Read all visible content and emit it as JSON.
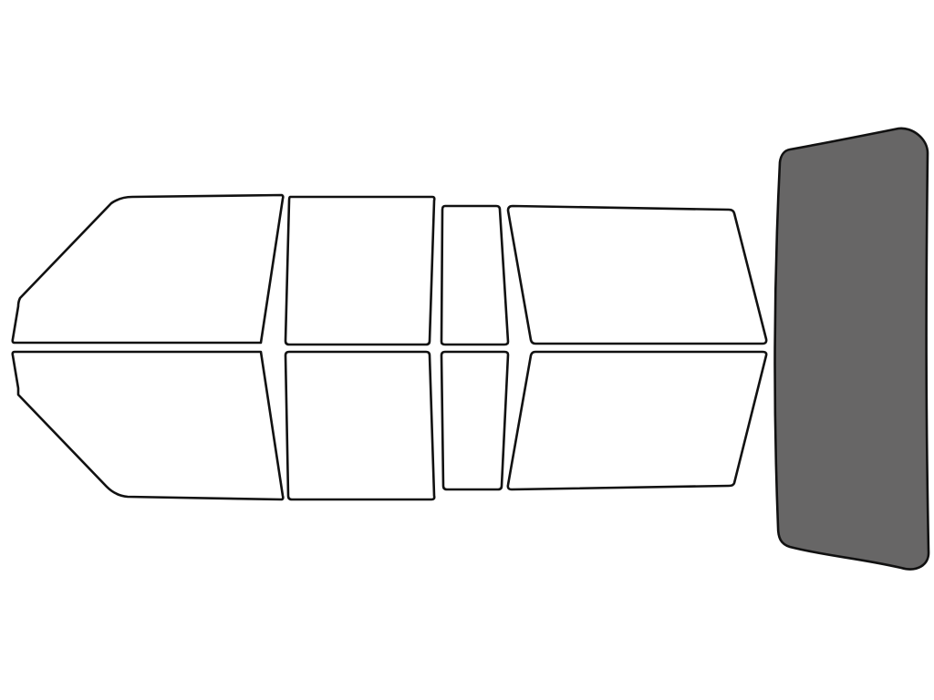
{
  "colors": {
    "background": "#ffffff",
    "outline": "#111111",
    "untinted": "#ffffff",
    "tinted": "#676666"
  },
  "panes": [
    {
      "id": "front-left-window",
      "tinted": false
    },
    {
      "id": "front-right-window",
      "tinted": false
    },
    {
      "id": "rear-left-door-window",
      "tinted": false
    },
    {
      "id": "rear-right-door-window",
      "tinted": false
    },
    {
      "id": "left-quarter-glass",
      "tinted": false
    },
    {
      "id": "right-quarter-glass",
      "tinted": false
    },
    {
      "id": "left-cargo-window",
      "tinted": false
    },
    {
      "id": "right-cargo-window",
      "tinted": false
    },
    {
      "id": "rear-windshield",
      "tinted": true
    }
  ]
}
